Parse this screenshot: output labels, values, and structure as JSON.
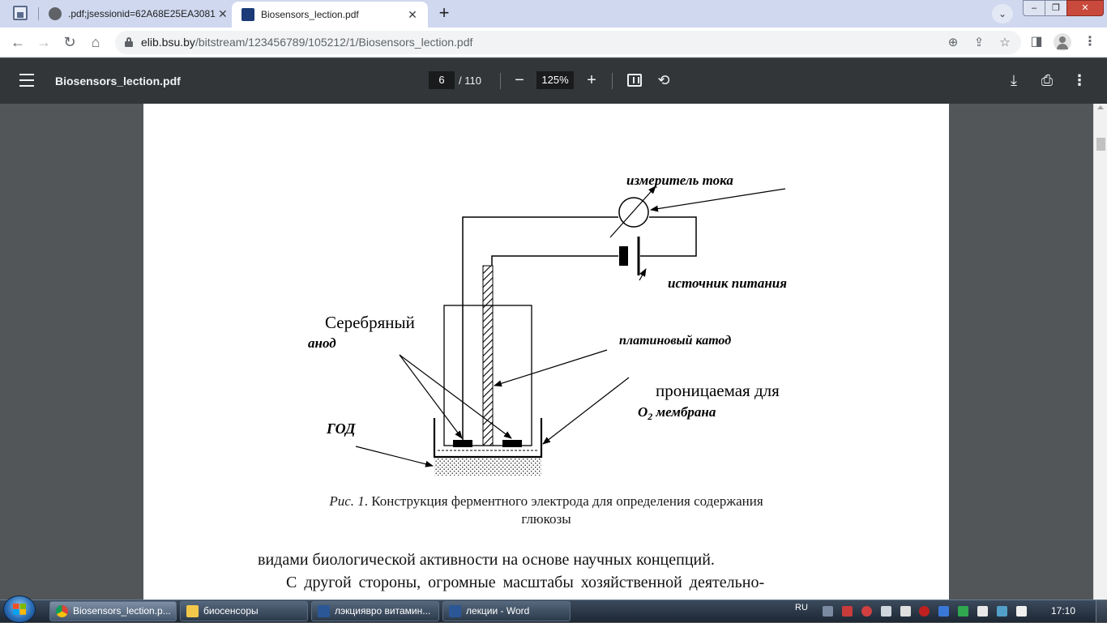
{
  "browser": {
    "tabs": [
      {
        "title": ".pdf;jsessionid=62A68E25EA3081",
        "active": false
      },
      {
        "title": "Biosensors_lection.pdf",
        "active": true
      }
    ],
    "url": {
      "host": "elib.bsu.by",
      "path": "/bitstream/123456789/105212/1/Biosensors_lection.pdf"
    }
  },
  "pdf_toolbar": {
    "title": "Biosensors_lection.pdf",
    "page_current": "6",
    "page_total": "/ 110",
    "zoom": "125%"
  },
  "document": {
    "figure_labels": {
      "meter": "измеритель тока",
      "power": "источник питания",
      "anode_line1": "Серебряный",
      "anode_line2": "анод",
      "cathode": "платиновый катод",
      "membrane_line1": "проницаемая для",
      "membrane_o": "O",
      "membrane_sub": "2",
      "membrane_rest": " мембрана",
      "god": "ГОД"
    },
    "caption": {
      "prefix": "Рис. 1",
      "text": ". Конструкция ферментного электрода для определения содержания",
      "line2": "глюкозы"
    },
    "body_lines": [
      "видами биологической активности на основе научных концепций.",
      "С другой стороны, огромные масштабы хозяйственной деятельно-"
    ]
  },
  "taskbar": {
    "items": [
      {
        "label": "Biosensors_lection.p..."
      },
      {
        "label": "биосенсоры"
      },
      {
        "label": "лэкциявро витамин..."
      },
      {
        "label": "лекции - Word"
      }
    ],
    "language": "RU",
    "clock": "17:10"
  },
  "colors": {
    "pdf_toolbar": "#323639",
    "viewer_bg": "#525659",
    "tab_strip": "#cfd8ee"
  }
}
